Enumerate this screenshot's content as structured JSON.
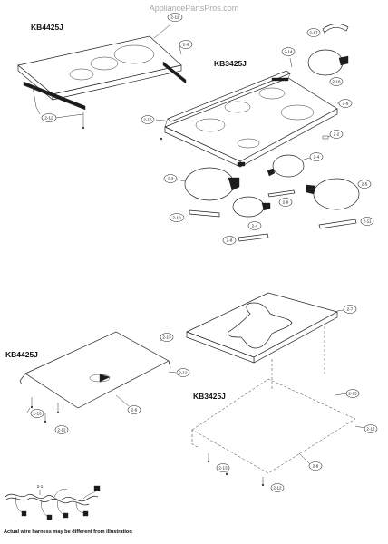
{
  "watermark": "AppliancePartsPros.com",
  "models": {
    "top_left": "KB4425J",
    "top_right": "KB3425J",
    "bottom_left": "KB4425J",
    "bottom_right": "KB3425J"
  },
  "callouts": {
    "c_212_a": "2-12",
    "c_26_a": "2-6",
    "c_212_b": "2-12",
    "c_217": "2-17",
    "c_214": "2-14",
    "c_216": "2-16",
    "c_215": "2-15",
    "c_26_b": "2-6",
    "c_22": "2-2",
    "c_24_a": "2-4",
    "c_23": "2-3",
    "c_25": "2-5",
    "c_29": "2-9",
    "c_210": "2-10",
    "c_24_b": "2-4",
    "c_211": "2-11",
    "c_28": "2-8",
    "c_27": "2-7",
    "c_213_a": "2-13",
    "c_212_c": "2-12",
    "c_26_c": "2-6",
    "c_213_b": "2-13",
    "c_212_d": "2-12",
    "c_213_c": "2-13",
    "c_212_e": "2-12",
    "c_28_b": "2-8",
    "c_213_d": "2-13",
    "c_212_f": "2-12",
    "c_21": "2-1"
  },
  "footnote": "Actual wire harness may be different from illustration"
}
